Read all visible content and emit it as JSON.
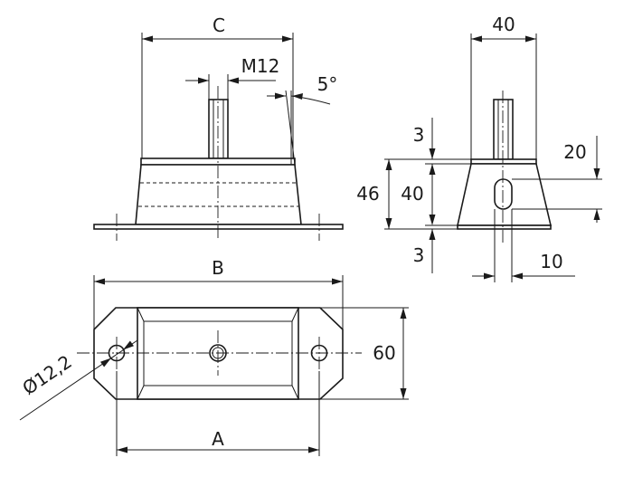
{
  "labels": {
    "C": "C",
    "M12": "M12",
    "angle": "5°",
    "w40": "40",
    "t3_top": "3",
    "h20": "20",
    "h46": "46",
    "h40": "40",
    "t3_bottom": "3",
    "w10": "10",
    "B": "B",
    "w60": "60",
    "hole": "Ø12,2",
    "A": "A"
  }
}
